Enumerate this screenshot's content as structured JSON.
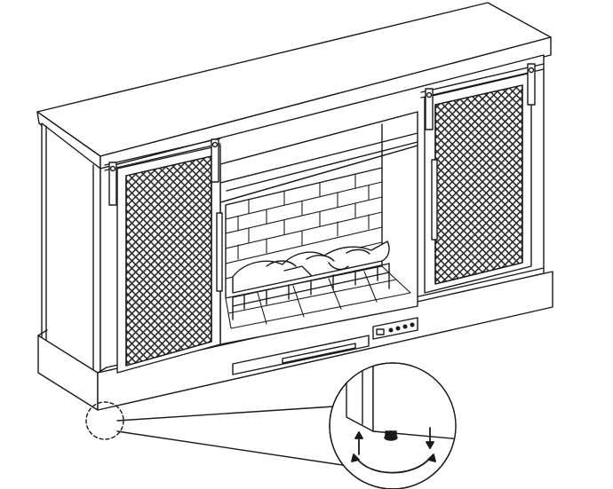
{
  "figure": {
    "subject": "fireplace-media-console",
    "detail_view": "leveling-foot-adjustment",
    "adjustment_directions": [
      "up",
      "down",
      "rotate"
    ]
  },
  "colors": {
    "line": "#1a1a1a",
    "mesh_fill": "#2b2b2b",
    "background": "#ffffff"
  }
}
